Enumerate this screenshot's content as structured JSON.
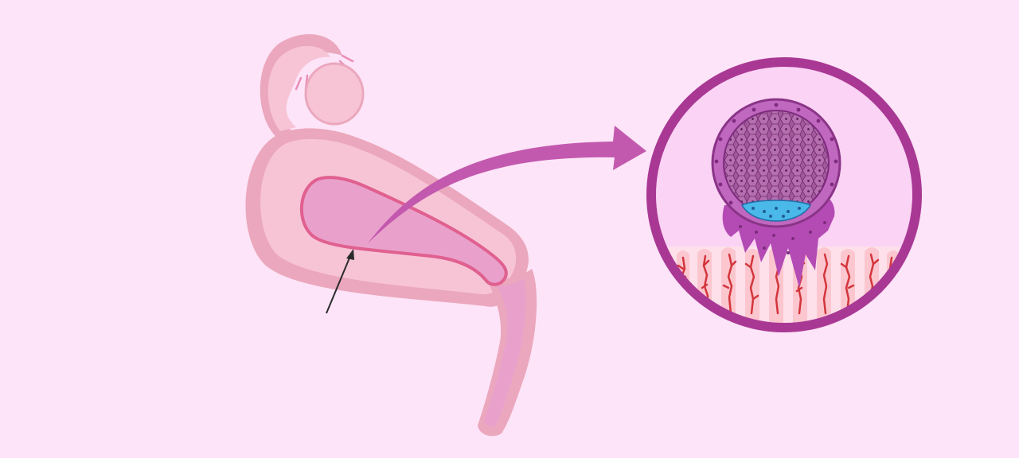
{
  "diagram": {
    "caption": "",
    "subjects": [
      "uterus",
      "fallopian-tube",
      "ovary",
      "endometrium",
      "implanting-blastocyst"
    ],
    "colors": {
      "background": "#fde4f8",
      "uterus_body": "#f7c4d6",
      "uterus_outline": "#eba7bd",
      "uterine_cavity": "#e9a1cc",
      "cavity_border": "#e0608f",
      "connector_arrow": "#c359ae",
      "pointer_arrow": "#2b2b2b",
      "inset_ring": "#a93894",
      "inset_fill": "#fbd3f4",
      "blastocyst": "#c067bf",
      "inner_cell_mass": "#9a4f95",
      "blastocoel_cells": "#4ab8e8",
      "trophoblast": "#b44bb4",
      "endometrium_tissue": "#fcc6cf",
      "blood_vessels": "#d3363b"
    },
    "icons": [
      "pointer-arrow",
      "connector-arrow",
      "magnify-inset"
    ]
  }
}
